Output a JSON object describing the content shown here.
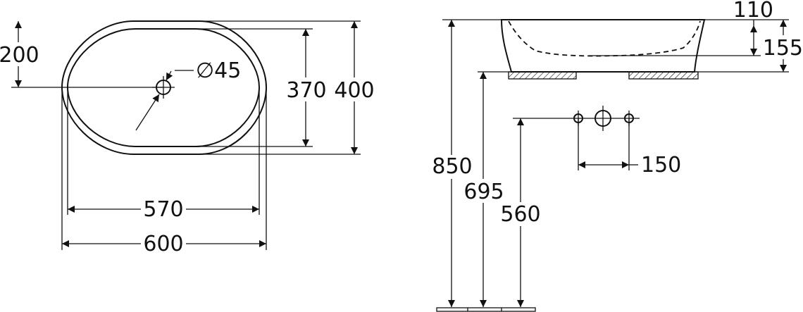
{
  "dimensions": {
    "top_view": {
      "drain_offset": "200",
      "drain_diameter": "∅45",
      "inner_depth": "370",
      "outer_depth": "400",
      "inner_width": "570",
      "outer_width": "600"
    },
    "side_view": {
      "rim_height": "110",
      "basin_height": "155",
      "tap_spacing": "150",
      "total_height": "850",
      "counter_height": "695",
      "tap_height": "560"
    }
  }
}
